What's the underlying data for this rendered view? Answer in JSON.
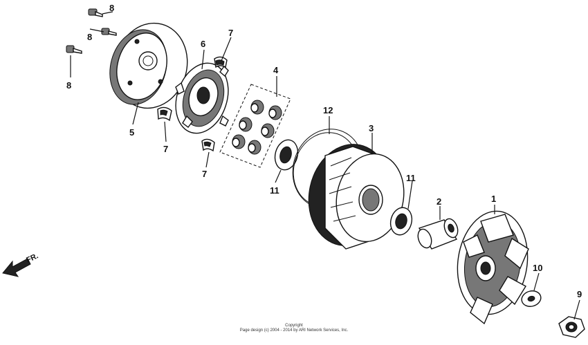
{
  "callouts": {
    "c1": "1",
    "c2": "2",
    "c3": "3",
    "c4": "4",
    "c5": "5",
    "c6": "6",
    "c7a": "7",
    "c7b": "7",
    "c7c": "7",
    "c8a": "8",
    "c8b": "8",
    "c8c": "8",
    "c9": "9",
    "c10": "10",
    "c11a": "11",
    "c11b": "11",
    "c12": "12"
  },
  "direction_label": "FR.",
  "copyright": {
    "line1": "Copyright",
    "line2": "Page design (c) 2004 - 2014 by ARI Network Services, Inc."
  }
}
